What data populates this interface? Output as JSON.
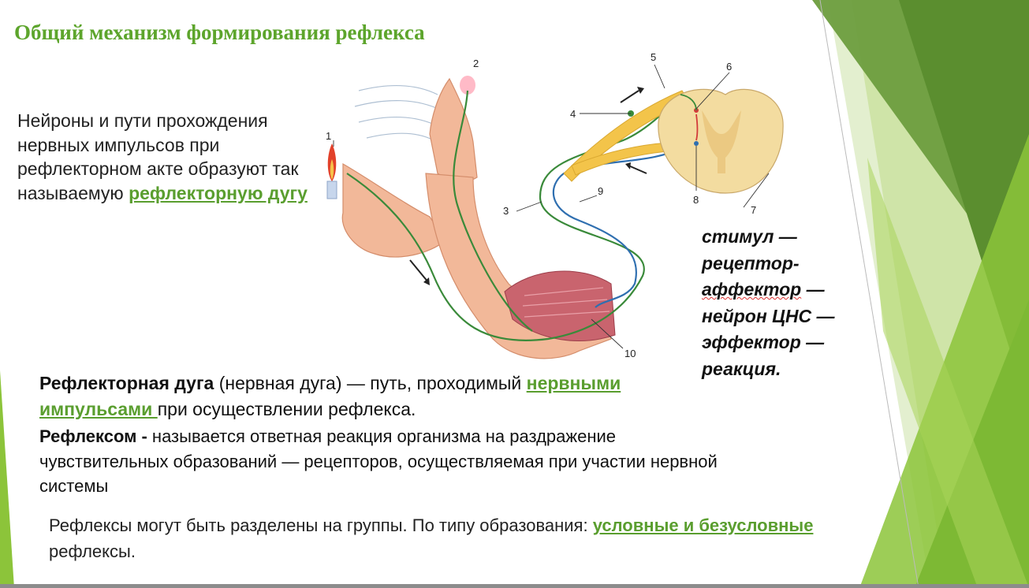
{
  "title": "Общий механизм формирования рефлекса",
  "intro": {
    "text": "Нейроны и пути прохождения нервных импульсов при рефлекторном акте образуют так называемую",
    "link": "рефлекторную дугу"
  },
  "chain": {
    "lines": [
      "стимул —",
      "рецептор-",
      "аффектор",
      " —",
      "нейрон ЦНС —",
      "эффектор —",
      "реакция."
    ]
  },
  "definition_arc": {
    "term": "Рефлекторная дуга",
    "text": " (нервная дуга) — путь, проходимый ",
    "link": "нервными импульсами ",
    "tail": "при осуществлении рефлекса."
  },
  "definition_reflex": {
    "term": "Рефлексом - ",
    "text": " называется ответная реакция организма на раздражение чувствительных образований — рецепторов, осуществляемая при участии нервной системы"
  },
  "groups": {
    "text": "Рефлексы могут быть разделены на группы. По типу образования: ",
    "link": "условные и безусловные ",
    "tail": "рефлексы."
  },
  "diagram_labels": [
    "1",
    "2",
    "3",
    "4",
    "5",
    "6",
    "7",
    "8",
    "9",
    "10"
  ],
  "colors": {
    "title": "#5da52c",
    "link": "#5a9e2f",
    "accent_green": "#6aaa2e",
    "nerve_sensory": "#3a8a3a",
    "nerve_motor": "#2f6fb0",
    "spinal_cord": "#f3dca0",
    "skin": "#f2b899",
    "muscle": "#c9646e"
  }
}
